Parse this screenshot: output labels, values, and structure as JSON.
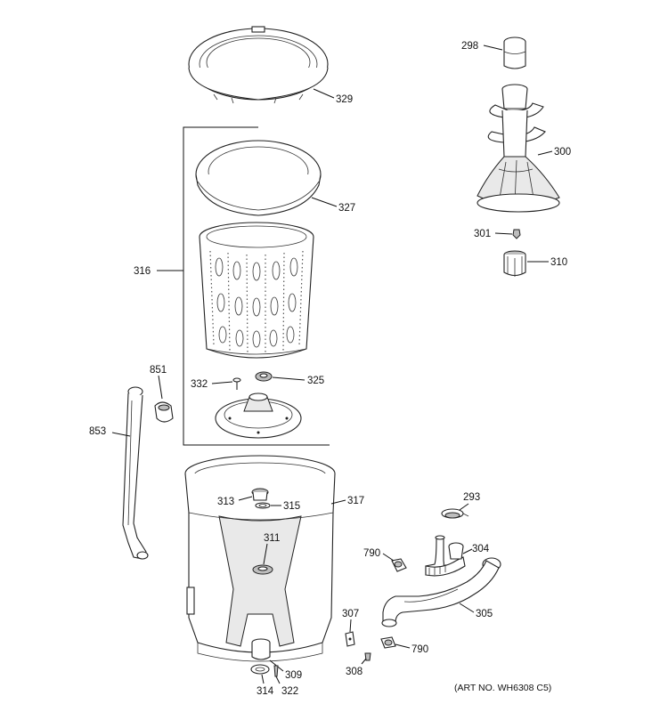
{
  "labels": {
    "p298": "298",
    "p329": "329",
    "p300": "300",
    "p327": "327",
    "p316": "316",
    "p301": "301",
    "p310": "310",
    "p851": "851",
    "p332": "332",
    "p325": "325",
    "p853": "853",
    "p313": "313",
    "p315": "315",
    "p317": "317",
    "p293": "293",
    "p311": "311",
    "p790a": "790",
    "p304": "304",
    "p305": "305",
    "p307": "307",
    "p790b": "790",
    "p308": "308",
    "p309": "309",
    "p314": "314",
    "p322": "322"
  },
  "art_number": "(ART NO. WH6308 C5)"
}
